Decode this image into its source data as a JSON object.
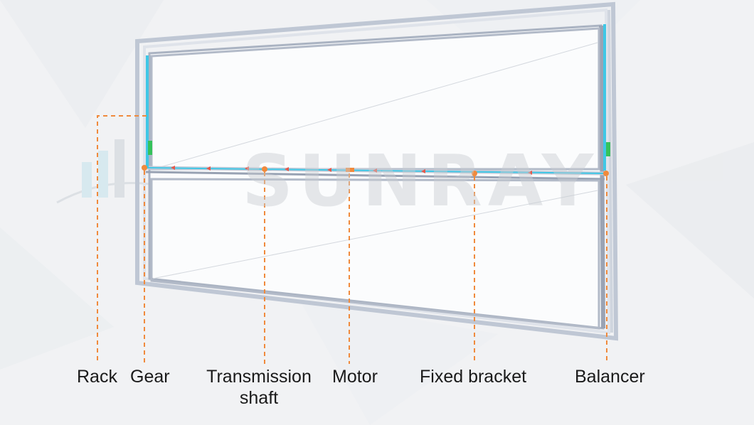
{
  "watermark": {
    "text": "SUNRAY"
  },
  "labels": {
    "rack": "Rack",
    "gear": "Gear",
    "transmission_line1": "Transmission",
    "transmission_line2": "shaft",
    "motor": "Motor",
    "fixed_bracket": "Fixed bracket",
    "balancer": "Balancer"
  },
  "colors": {
    "callout": "#f08a3c",
    "frame": "#c4cbd8",
    "frame_dark": "#9aa3b4",
    "rack": "#3fc7e6",
    "gear": "#35c25a",
    "background": "#f1f2f4"
  }
}
